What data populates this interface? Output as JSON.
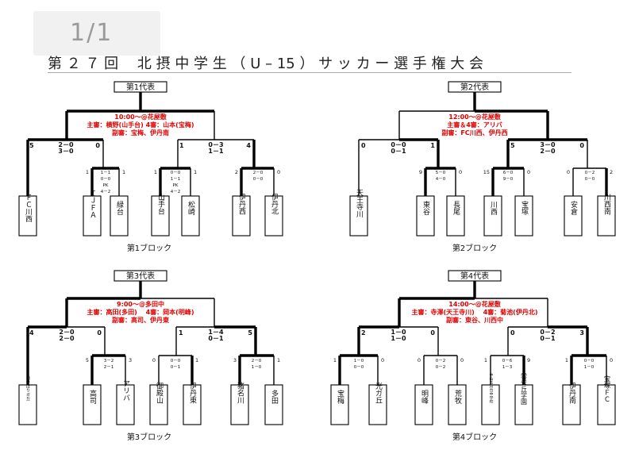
{
  "page_counter": "1/1",
  "title": "第 ２ ７ 回　 北 摂 中 学 生 （ U – 15 ） サ ッ カ ー 選 手 権 大 会",
  "blocks": [
    {
      "label": "第1代表",
      "block_name": "第1ブロック",
      "info": [
        "10:00～@花屋敷",
        "主審：横野(山手台) 4審：山本(宝梅)",
        "副審：宝梅、伊丹南"
      ],
      "semi_scores": {
        "left": "5",
        "mid1": "2－0",
        "mid2": "3－0",
        "right": "0"
      },
      "semi2_scores": {
        "left": "1",
        "mid1": "0－3",
        "mid2": "1－1",
        "right": "4"
      },
      "q1": {
        "l": "1",
        "r": "1",
        "s": [
          "1－1",
          "0－0",
          "PK",
          "4－2"
        ]
      },
      "q2": {
        "l": "1",
        "r": "1",
        "s": [
          "0－0",
          "1－1",
          "PK",
          "4－2"
        ]
      },
      "q3": {
        "l": "2",
        "r": "0",
        "s": [
          "2－0",
          "0－0"
        ]
      },
      "teams": [
        "ＦＣ川西",
        "ＩＪＦＡ",
        "緑台",
        "山手台",
        "松崎",
        "伊丹西",
        "伊丹北"
      ]
    },
    {
      "label": "第2代表",
      "block_name": "第2ブロック",
      "info": [
        "12:00～@花屋敷",
        "主審＆4審：アリバ",
        "副審：FC川西、伊丹西"
      ],
      "semi_scores": {
        "left": "0",
        "mid1": "0－0",
        "mid2": "0－1",
        "right": "1"
      },
      "semi2_scores": {
        "left": "5",
        "mid1": "3－0",
        "mid2": "2－0",
        "right": "0"
      },
      "q1": {
        "l": "9",
        "r": "0",
        "s": [
          "5－0",
          "4－0"
        ]
      },
      "q2": {
        "l": "15",
        "r": "0",
        "s": [
          "6－0",
          "9－0"
        ]
      },
      "q3": {
        "l": "0",
        "r": "2",
        "s": [
          "0－2",
          "0－0"
        ]
      },
      "teams": [
        "天王寺川",
        "東谷",
        "長尾",
        "川西",
        "宝塚",
        "安倉",
        "川西南"
      ]
    },
    {
      "label": "第3代表",
      "block_name": "第3ブロック",
      "info": [
        "9:00～@多田中",
        "主審：高田(多田)　 4審：岡本(明峰)",
        "副審：高司、伊丹東"
      ],
      "semi_scores": {
        "left": "4",
        "mid1": "2－0",
        "mid2": "2－0",
        "right": "0"
      },
      "semi2_scores": {
        "left": "1",
        "mid1": "1－4",
        "mid2": "0－1",
        "right": "5"
      },
      "q1": {
        "l": "5",
        "r": "3",
        "s": [
          "3－2",
          "2－1"
        ]
      },
      "q2": {
        "l": "0",
        "r": "1",
        "s": [
          "0－0",
          "0－1"
        ]
      },
      "q3": {
        "l": "3",
        "r": "1",
        "s": [
          "2－0",
          "1－0"
        ]
      },
      "teams": [
        "南ひばりガ丘",
        "高司",
        "アリバ",
        "御殿山",
        "伊丹東",
        "猪名川",
        "多田"
      ]
    },
    {
      "label": "第4代表",
      "block_name": "第4ブロック",
      "info": [
        "14:00～@花屋敷",
        "主審：寺澤(天王寺川)　 4審：菊池(伊丹北)",
        "副審：東谷、川西中"
      ],
      "semi_scores": {
        "left": "2",
        "mid1": "1－0",
        "mid2": "1－0",
        "right": "0"
      },
      "semi2_scores": {
        "left": "0",
        "mid1": "0－2",
        "mid2": "0－1",
        "right": "3"
      },
      "q1": {
        "l": "1",
        "r": "0",
        "s": [
          "1－0",
          "0－0"
        ]
      },
      "q2": {
        "l": "0",
        "r": "0",
        "s": [
          "0－2",
          "0－2"
        ]
      },
      "q3": {
        "l": "1",
        "r": "9",
        "s": [
          "0－6",
          "1－3"
        ]
      },
      "q4": {
        "l": "1",
        "r": "0",
        "s": [
          "0－0",
          "1－0"
        ]
      },
      "teams": [
        "宝梅",
        "光ガ丘",
        "明峰",
        "荒牧",
        "中山五月台中学校",
        "雲雀丘学園",
        "伊丹南",
        "宝塚ＦＣ"
      ]
    }
  ]
}
